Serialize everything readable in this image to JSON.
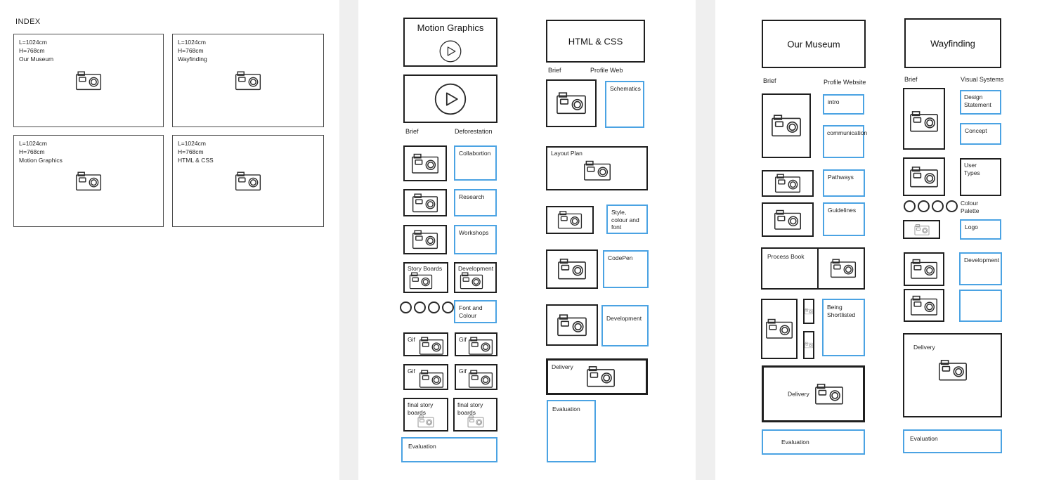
{
  "colors": {
    "accent_blue": "#4BA3E3",
    "border_dark": "#1F1F1F",
    "strip_gray": "#EFEFEF"
  },
  "index": {
    "title": "INDEX",
    "cards": [
      {
        "dimension_l": "L=1024cm",
        "dimension_h": "H=768cm",
        "name": "Our Museum"
      },
      {
        "dimension_l": "L=1024cm",
        "dimension_h": "H=768cm",
        "name": "Wayfinding"
      },
      {
        "dimension_l": "L=1024cm",
        "dimension_h": "H=768cm",
        "name": "Motion Graphics"
      },
      {
        "dimension_l": "L=1024cm",
        "dimension_h": "H=768cm",
        "name": "HTML & CSS"
      }
    ]
  },
  "motion_graphics": {
    "title": "Motion Graphics",
    "section_label_left": "Brief",
    "section_label_right": "Deforestation",
    "steps": [
      "Collabortion",
      "Research",
      "Workshops"
    ],
    "storyboards_label": "Story Boards",
    "development_label": "Development",
    "font_colour_label": "Font and Colour",
    "gif_labels": [
      "Gif",
      "Gif",
      "Gif",
      "Gif"
    ],
    "final_story_labels": [
      "final story boards",
      "final story boards"
    ],
    "evaluation_label": "Evaluation"
  },
  "html_css": {
    "title": "HTML & CSS",
    "section_label_left": "Brief",
    "section_label_right": "Profile Web",
    "schematics_label": "Schematics",
    "layout_plan_label": "Layout Plan",
    "style_colour_font_label": "Style, colour and font",
    "codepen_label": "CodePen",
    "development_label": "Development",
    "delivery_label": "Delivery",
    "evaluation_label": "Evaluation"
  },
  "our_museum": {
    "title": "Our Museum",
    "section_label_left": "Brief",
    "section_label_right": "Profile Website",
    "intro_label": "intro",
    "communication_label": "communication",
    "pathways_label": "Pathways",
    "guidelines_label": "Guidelines",
    "process_book_label": "Process Book",
    "being_shortlisted_label": "Being Shortlisted",
    "delivery_label": "Delivery",
    "evaluation_label": "Evaluation"
  },
  "wayfinding": {
    "title": "Wayfinding",
    "section_label_left": "Brief",
    "section_label_right": "Visual Systems",
    "design_statement_label": "Design Statement",
    "concept_label": "Concept",
    "user_types_label": "User Types",
    "colour_palette_label": "Colour Palette",
    "logo_label": "Logo",
    "development_label": "Development",
    "delivery_label": "Delivery",
    "evaluation_label": "Evaluation"
  }
}
